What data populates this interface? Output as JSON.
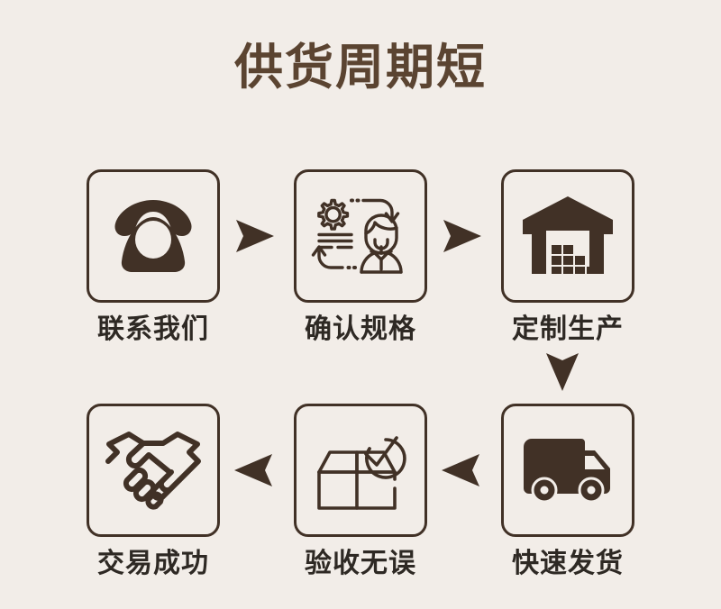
{
  "page": {
    "title": "供货周期短",
    "background_color": "#f2ede8",
    "title_color": "#5b4431",
    "icon_color": "#413126",
    "label_color": "#2e2924",
    "arrow_color": "#413126"
  },
  "flow": {
    "steps": [
      {
        "id": "contact-us",
        "label": "联系我们",
        "icon": "telephone-icon",
        "order": 1
      },
      {
        "id": "confirm-specs",
        "label": "确认规格",
        "icon": "gear-person-icon",
        "order": 2
      },
      {
        "id": "custom-production",
        "label": "定制生产",
        "icon": "warehouse-icon",
        "order": 3
      },
      {
        "id": "fast-shipping",
        "label": "快速发货",
        "icon": "delivery-truck-icon",
        "order": 4
      },
      {
        "id": "inspection-ok",
        "label": "验收无误",
        "icon": "box-check-icon",
        "order": 5
      },
      {
        "id": "deal-success",
        "label": "交易成功",
        "icon": "handshake-icon",
        "order": 6
      }
    ],
    "arrows": [
      {
        "id": "arrow-1",
        "direction": "right",
        "from": "contact-us",
        "to": "confirm-specs"
      },
      {
        "id": "arrow-2",
        "direction": "right",
        "from": "confirm-specs",
        "to": "custom-production"
      },
      {
        "id": "arrow-3",
        "direction": "down",
        "from": "custom-production",
        "to": "fast-shipping"
      },
      {
        "id": "arrow-4",
        "direction": "left",
        "from": "fast-shipping",
        "to": "inspection-ok"
      },
      {
        "id": "arrow-5",
        "direction": "left",
        "from": "inspection-ok",
        "to": "deal-success"
      }
    ]
  }
}
